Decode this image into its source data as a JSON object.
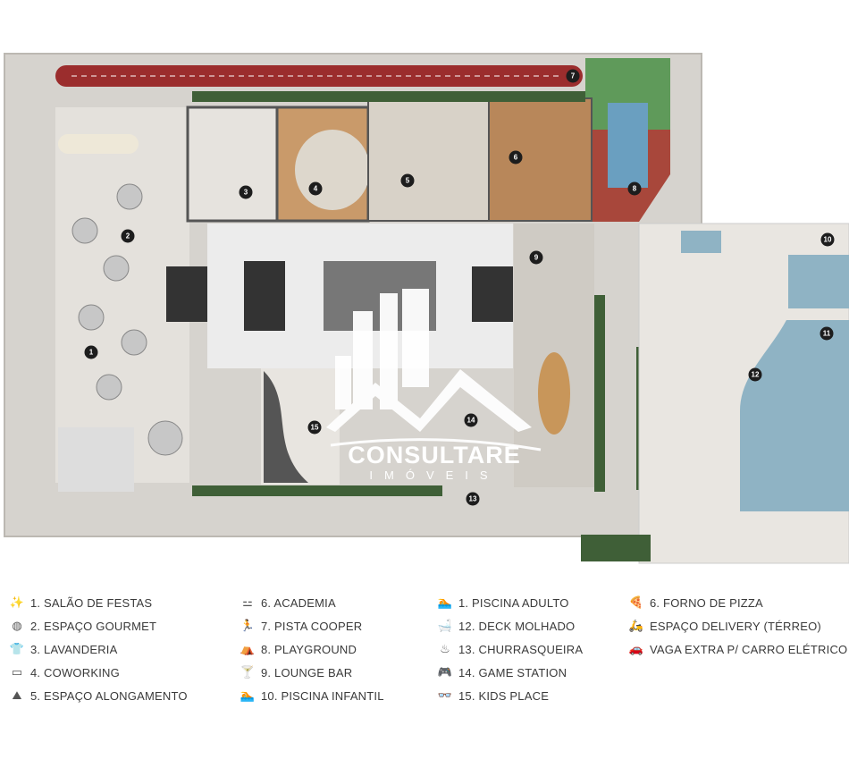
{
  "plan": {
    "markers": [
      {
        "label": "7",
        "id": "pista-cooper"
      },
      {
        "label": "3",
        "id": "lavanderia"
      },
      {
        "label": "4",
        "id": "coworking"
      },
      {
        "label": "5",
        "id": "espaco-alongamento"
      },
      {
        "label": "6",
        "id": "academia"
      },
      {
        "label": "8",
        "id": "playground"
      },
      {
        "label": "2",
        "id": "espaco-gourmet"
      },
      {
        "label": "9",
        "id": "lounge-bar"
      },
      {
        "label": "10",
        "id": "piscina-infantil"
      },
      {
        "label": "11",
        "id": "piscina-adulto"
      },
      {
        "label": "12",
        "id": "deck-molhado"
      },
      {
        "label": "1",
        "id": "salao-de-festas"
      },
      {
        "label": "15",
        "id": "kids-place"
      },
      {
        "label": "14",
        "id": "game-station"
      },
      {
        "label": "13",
        "id": "churrasqueira"
      }
    ],
    "colors": {
      "floor": "#d9d6d1",
      "wall": "#7a7a7a",
      "track": "#9b2d2d",
      "pool": "#8fb3c4",
      "wood": "#b8875a",
      "green": "#3f5f37"
    }
  },
  "watermark": {
    "name": "CONSULTARE",
    "sub": "IMÓVEIS"
  },
  "legend": [
    {
      "icon": "party-icon",
      "glyph": "✨",
      "label": "1. SALÃO DE FESTAS"
    },
    {
      "icon": "plate-icon",
      "glyph": "◍",
      "label": "2. ESPAÇO GOURMET"
    },
    {
      "icon": "shirt-icon",
      "glyph": "👕",
      "label": "3. LAVANDERIA"
    },
    {
      "icon": "laptop-icon",
      "glyph": "▭",
      "label": "4. COWORKING"
    },
    {
      "icon": "stretch-icon",
      "glyph": "⛰",
      "label": "5. ESPAÇO ALONGAMENTO"
    },
    {
      "icon": "dumbbell-icon",
      "glyph": "⚍",
      "label": "6. ACADEMIA"
    },
    {
      "icon": "runner-icon",
      "glyph": "🏃",
      "label": "7. PISTA COOPER"
    },
    {
      "icon": "slide-icon",
      "glyph": "⛺",
      "label": "8. PLAYGROUND"
    },
    {
      "icon": "bar-icon",
      "glyph": "🍸",
      "label": "9. LOUNGE BAR"
    },
    {
      "icon": "swimmer-icon",
      "glyph": "🏊",
      "label": "10. PISCINA INFANTIL"
    },
    {
      "icon": "pool-icon",
      "glyph": "🏊",
      "label": "1. PISCINA ADULTO"
    },
    {
      "icon": "deck-icon",
      "glyph": "🛁",
      "label": "12. DECK MOLHADO"
    },
    {
      "icon": "grill-icon",
      "glyph": "♨",
      "label": "13. CHURRASQUEIRA"
    },
    {
      "icon": "gamepad-icon",
      "glyph": "🎮",
      "label": "14. GAME STATION"
    },
    {
      "icon": "kids-icon",
      "glyph": "👓",
      "label": "15. KIDS PLACE"
    },
    {
      "icon": "pizza-icon",
      "glyph": "🍕",
      "label": "6. FORNO DE PIZZA"
    },
    {
      "icon": "delivery-icon",
      "glyph": "🛵",
      "label": "ESPAÇO DELIVERY (TÉRREO)"
    },
    {
      "icon": "ev-car-icon",
      "glyph": "🚗",
      "label": "VAGA EXTRA P/ CARRO ELÉTRICO ("
    }
  ]
}
